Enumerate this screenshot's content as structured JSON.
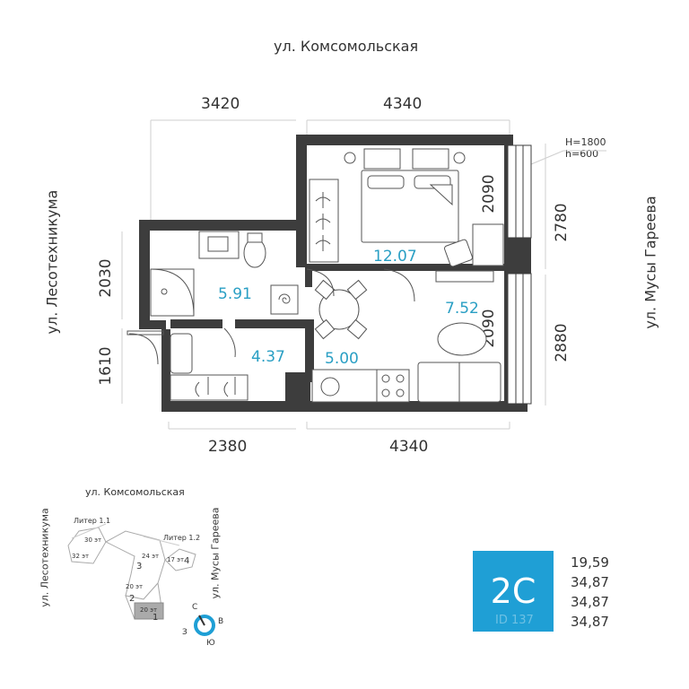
{
  "streets": {
    "top": "ул. Комсомольская",
    "left": "ул. Лесотехникума",
    "right": "ул. Мусы Гареева"
  },
  "dimensions": {
    "top_left": "3420",
    "top_right": "4340",
    "bottom_left": "2380",
    "bottom_right": "4340",
    "left_upper": "2030",
    "left_lower": "1610",
    "right_upper": "2780",
    "right_lower": "2880",
    "inner_bedroom": "2090",
    "inner_living": "2090"
  },
  "window_note": {
    "line1": "H=1800",
    "line2": "h=600"
  },
  "rooms": {
    "bathroom": "5.91",
    "hall": "4.37",
    "bedroom": "12.07",
    "kitchen": "5.00",
    "living": "7.52"
  },
  "site_plan": {
    "street_top": "ул. Комсомольская",
    "street_left": "ул. Лесотехникума",
    "street_right": "ул. Мусы Гареева",
    "litera_1": "Литер 1.1",
    "litera_2": "Литер 1.2",
    "floors": [
      "30 эт",
      "32 эт",
      "24 эт",
      "17 эт",
      "20 эт",
      "20 эт"
    ],
    "numbers": [
      "1",
      "2",
      "3",
      "4"
    ],
    "compass": {
      "n": "С",
      "e": "В",
      "s": "Ю",
      "w": "З"
    }
  },
  "badge": {
    "label": "2С",
    "watermark": "ID 137"
  },
  "stats": [
    "19,59",
    "34,87",
    "34,87",
    "34,87"
  ],
  "colors": {
    "accent": "#1f9fd5",
    "wall": "#3d3d3d",
    "area_text": "#2a9fc4"
  }
}
